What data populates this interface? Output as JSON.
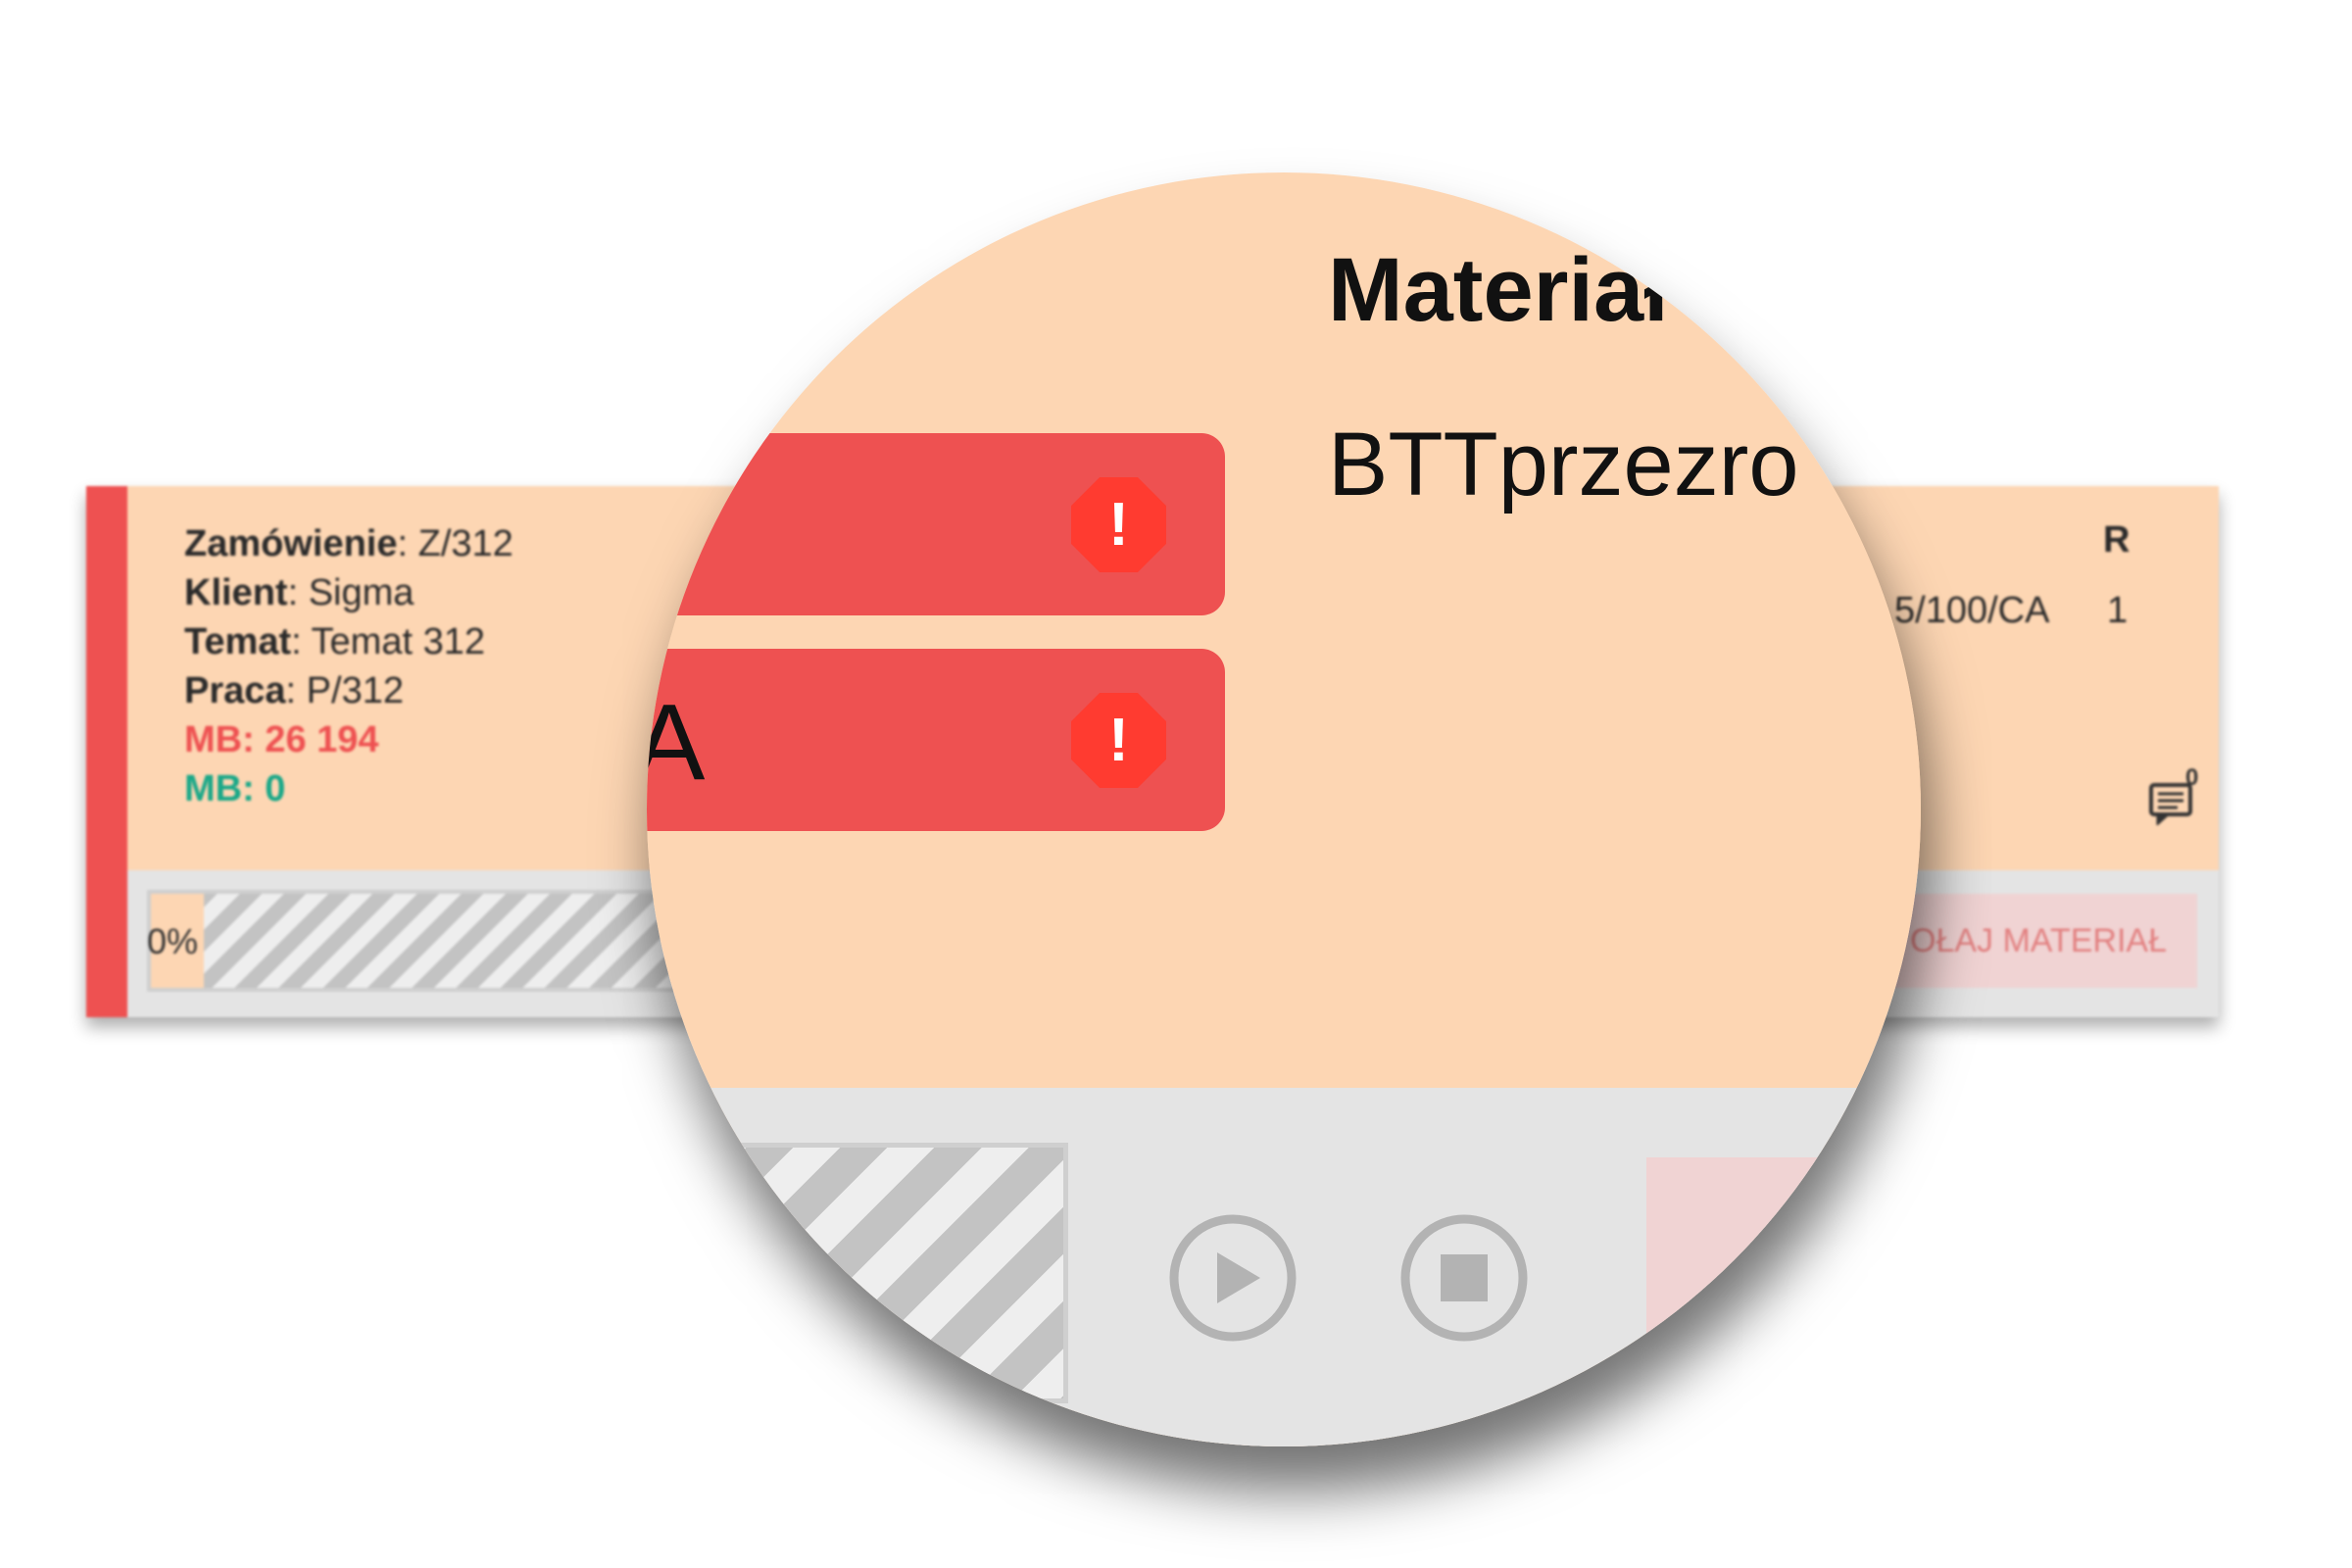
{
  "order": {
    "order_label": "Zamówienie",
    "order_value": "Z/312",
    "client_label": "Klient",
    "client_value": "Sigma",
    "topic_label": "Temat",
    "topic_value": "Temat 312",
    "job_label": "Praca",
    "job_value": "P/312",
    "mb_red": "MB: 26 194",
    "mb_green": "MB: 0"
  },
  "table": {
    "column_r_header": "R",
    "material_code": "5/100/CA",
    "r_value": "1"
  },
  "comments": {
    "count": "0"
  },
  "progress": {
    "label": "0%",
    "value_percent": 0
  },
  "release_button_label": "OŁAJ MATERIAŁ",
  "magnified": {
    "material_header": "Materiał",
    "material_value": "BTTprzezro",
    "alert_fragment": "A",
    "alert_symbol": "!"
  },
  "colors": {
    "card_bg": "#fdd6b3",
    "alert_red": "#ee5151",
    "warning_icon": "#ff3b30",
    "mb_red": "#ee5151",
    "mb_green": "#1aa888"
  }
}
